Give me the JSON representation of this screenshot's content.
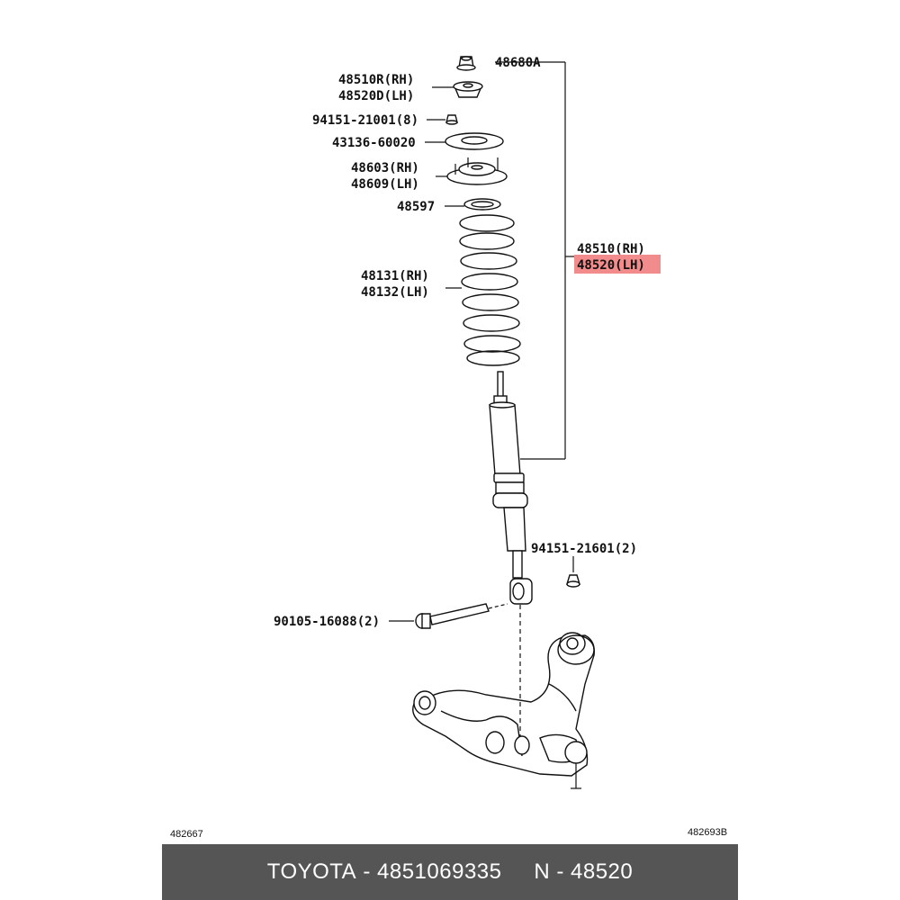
{
  "labels": {
    "top_nut": "48680A",
    "upper_support_rh": "48510R(RH)",
    "upper_support_lh": "48520D(LH)",
    "nut_8": "94151-21001(8)",
    "plate": "43136-60020",
    "support_rh": "48603(RH)",
    "support_lh": "48609(LH)",
    "insulator": "48597",
    "spring_rh": "48131(RH)",
    "spring_lh": "48132(LH)",
    "absorber_rh": "48510(RH)",
    "absorber_lh": "48520(LH)",
    "lower_nut": "94151-21601(2)",
    "bolt": "90105-16088(2)"
  },
  "highlight_color": "#f28b8b",
  "codes": {
    "left": "482667",
    "right": "482693B"
  },
  "caption": {
    "brand": "TOYOTA",
    "sep1": " - ",
    "part_no": "4851069335",
    "sep2": " - ",
    "prefix": "N",
    "ref": "48520"
  }
}
